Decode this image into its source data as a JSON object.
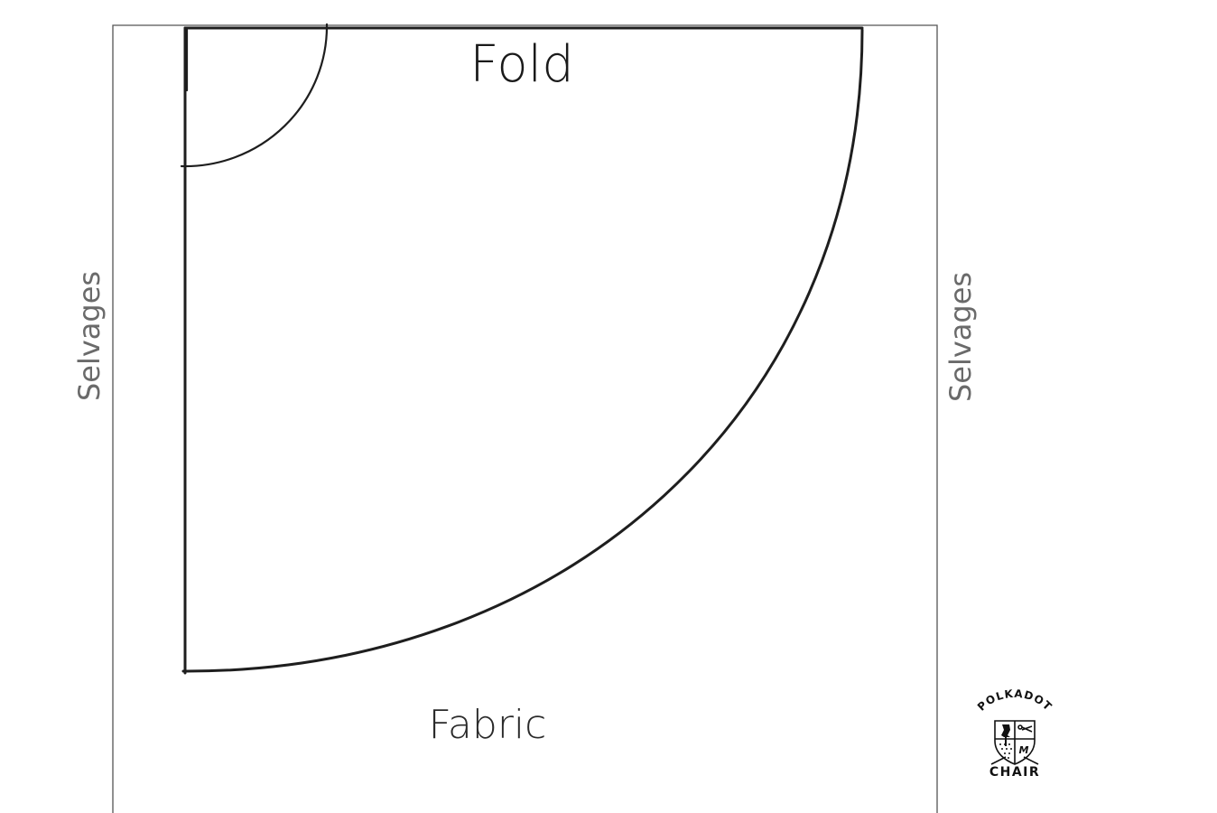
{
  "labels": {
    "fold": "Fold",
    "fabric": "Fabric",
    "selvage_left": "Selvages",
    "selvage_right": "Selvages"
  },
  "logo": {
    "top_text": "POLKADOT",
    "bottom_text": "CHAIR",
    "monogram": "M"
  },
  "colors": {
    "outline": "#1e1e1e",
    "border": "#555555",
    "selvage_text": "#6a6a6a"
  }
}
